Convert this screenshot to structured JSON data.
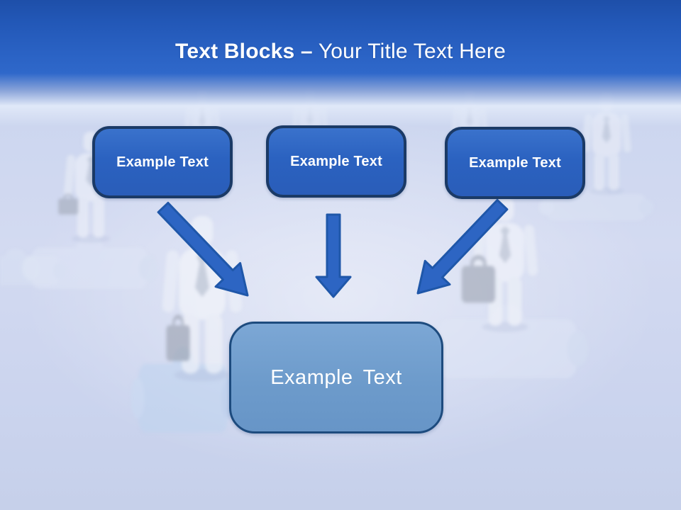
{
  "slide": {
    "title": {
      "emphasis": "Text Blocks –",
      "rest": "Your Title Text Here"
    }
  },
  "blocks": {
    "top": [
      {
        "label": "Example Text"
      },
      {
        "label": "Example Text"
      },
      {
        "label": "Example Text"
      }
    ],
    "bottom": {
      "label": "Example Text"
    }
  },
  "colors": {
    "header_blue": "#2a62c4",
    "block_fill": "#2b62c0",
    "block_border": "#1b3a66",
    "bottom_block_fill": "#6d9bcb",
    "bottom_block_border": "#1d4b7e",
    "arrow_fill": "#2d65c3",
    "arrow_outline": "#1f57a9",
    "background": "#ccd6ef",
    "title_text": "#ffffff"
  }
}
